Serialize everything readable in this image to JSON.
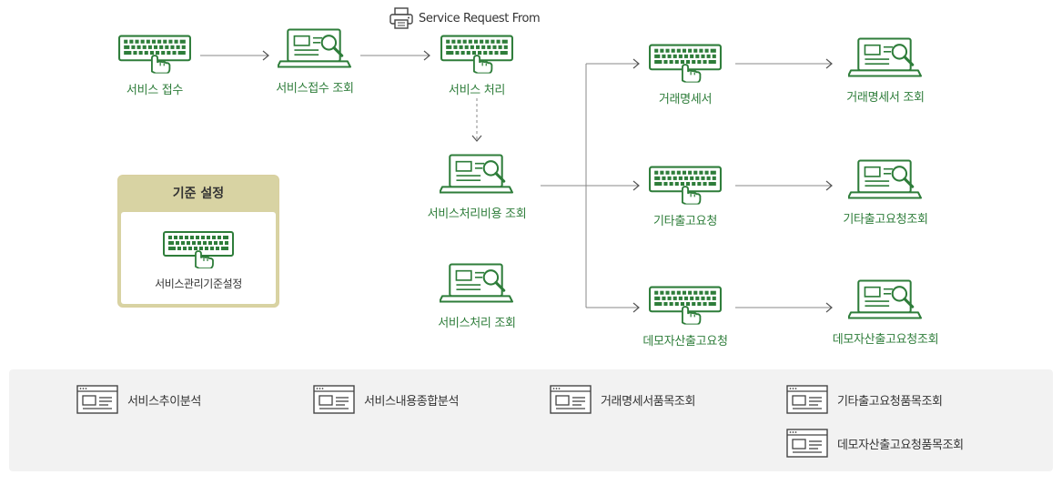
{
  "print_label": "Service Request From",
  "flow": {
    "service_receipt": "서비스 접수",
    "service_receipt_inquiry": "서비스접수 조회",
    "service_processing": "서비스 처리",
    "service_cost_inquiry": "서비스처리비용 조회",
    "service_processing_inquiry": "서비스처리 조회",
    "transaction_statement": "거래명세서",
    "transaction_statement_inquiry": "거래명세서 조회",
    "other_shipping_request": "기타출고요청",
    "other_shipping_request_inquiry": "기타출고요청조회",
    "demo_asset_shipping_request": "데모자산출고요청",
    "demo_asset_shipping_request_inquiry": "데모자산출고요청조회"
  },
  "criteria": {
    "title": "기준 설정",
    "item": "서비스관리기준설정"
  },
  "reports": [
    "서비스추이분석",
    "서비스내용종합분석",
    "거래명세서품목조회",
    "기타출고요청품목조회",
    "데모자산출고요청품목조회"
  ],
  "colors": {
    "accent": "#2e7d3a",
    "connector": "#888888",
    "criteria_header": "#d8d3a3",
    "panel_bg": "#f2f2f2"
  },
  "icons": {
    "input": "keyboard-hand-icon",
    "inquiry": "laptop-search-icon",
    "report": "report-window-icon",
    "print": "printer-icon"
  }
}
